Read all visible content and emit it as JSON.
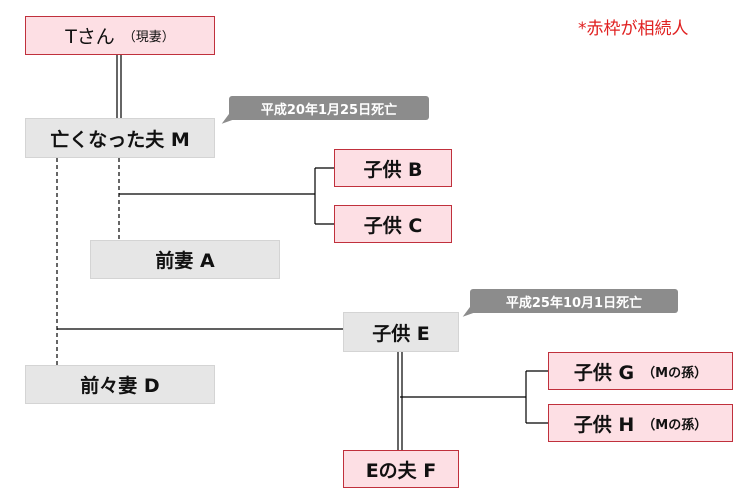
{
  "legend": "*赤枠が相続人",
  "people": {
    "t_name": "Tさん",
    "t_note": "（現妻）",
    "m": "亡くなった夫 M",
    "b": "子供 B",
    "c": "子供 C",
    "a": "前妻 A",
    "e": "子供 E",
    "d": "前々妻 D",
    "g_name": "子供 G",
    "g_note": "（Mの孫）",
    "h_name": "子供 H",
    "h_note": "（Mの孫）",
    "f": "Eの夫 F"
  },
  "notes": {
    "m_death": "平成20年1月25日死亡",
    "e_death": "平成25年10月1日死亡"
  },
  "colors": {
    "heir_fill": "#fddfe4",
    "heir_border": "#c0303c",
    "other_fill": "#e6e6e6",
    "legend": "#e02020"
  }
}
